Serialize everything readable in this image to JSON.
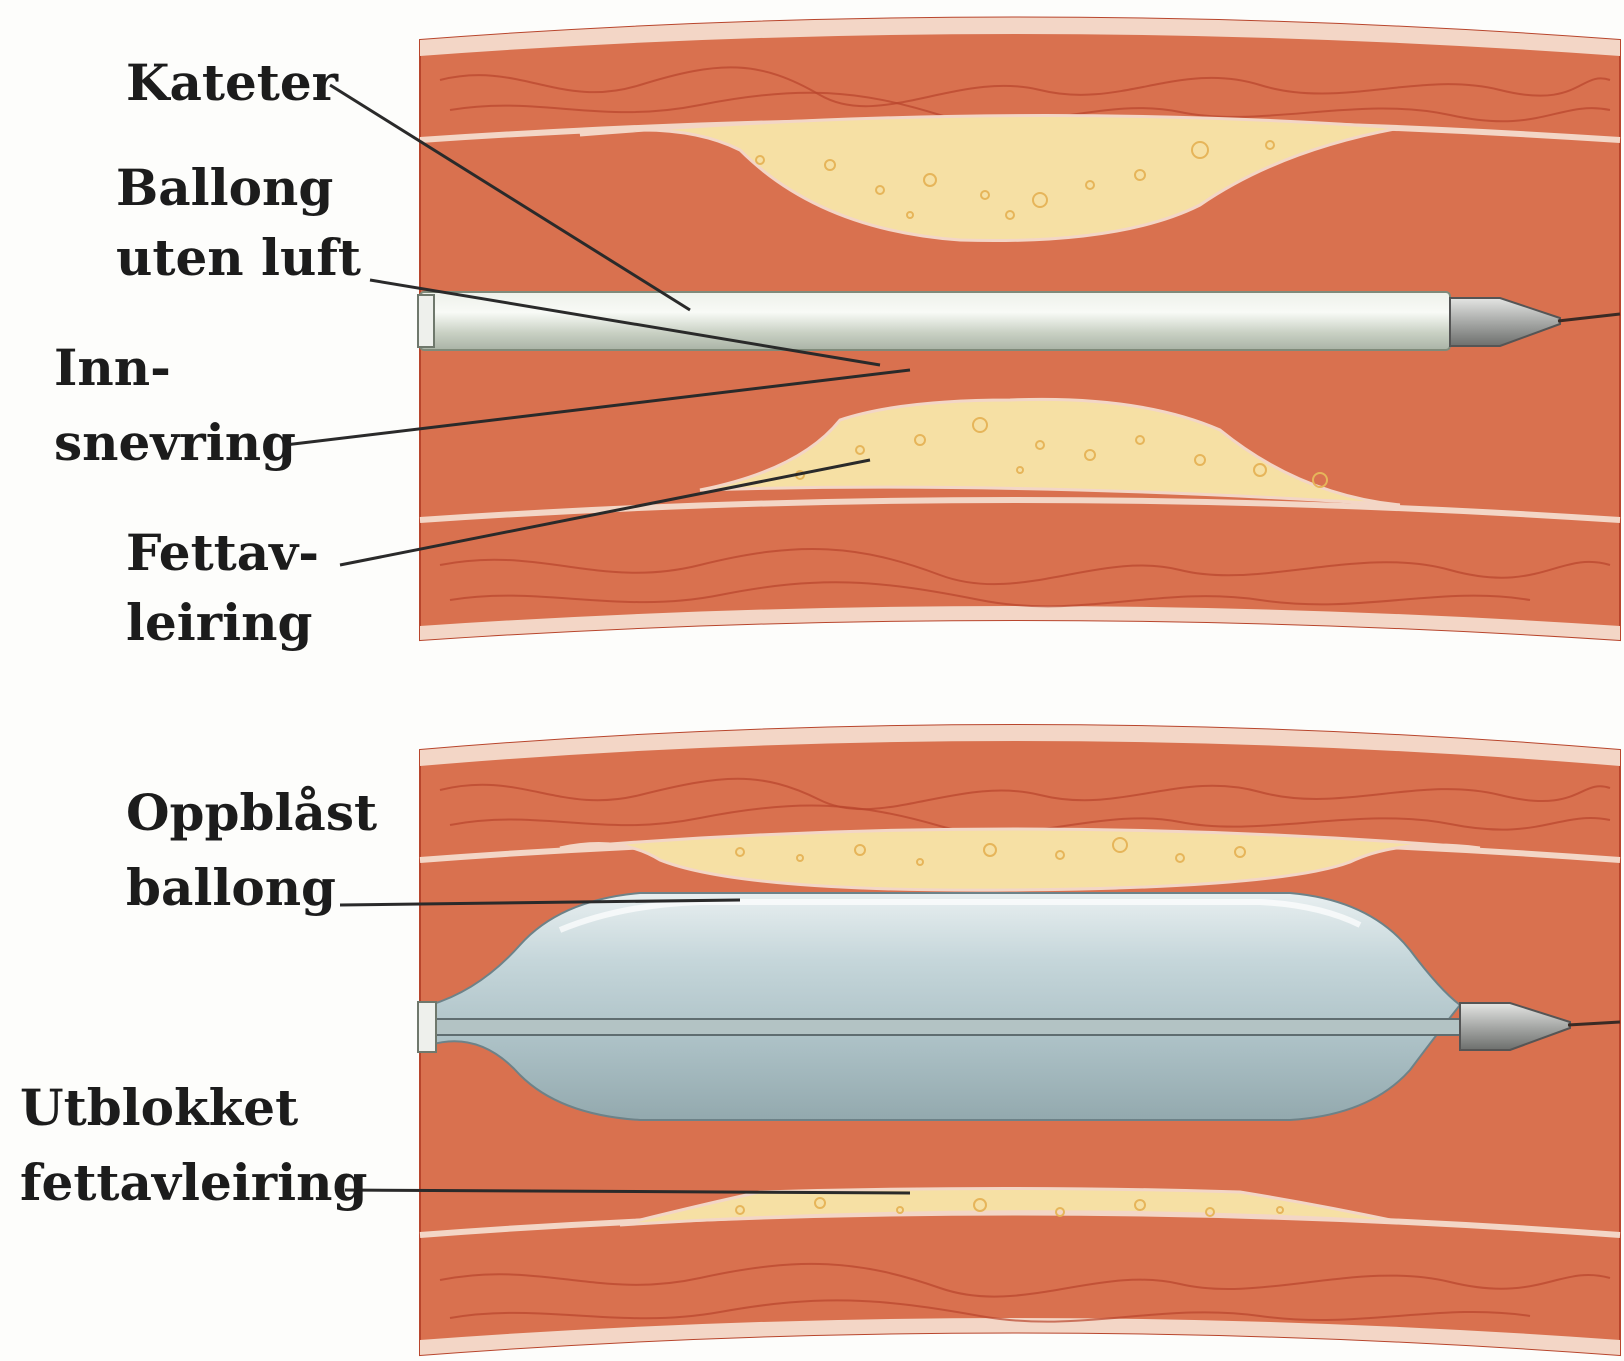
{
  "top_panel": {
    "labels": {
      "catheter": [
        "Kateter"
      ],
      "deflated_balloon": [
        "Ballong",
        "uten luft"
      ],
      "narrowing": [
        "Inn-",
        "snevring"
      ],
      "fat_deposit": [
        "Fettav-",
        "leiring"
      ]
    }
  },
  "bottom_panel": {
    "labels": {
      "inflated_balloon": [
        "Oppblåst",
        "ballong"
      ],
      "compressed_deposit": [
        "Utblokket",
        "fettavleiring"
      ]
    }
  },
  "colors": {
    "background": "#fdfdfb",
    "vessel_wall": "#d9714f",
    "vessel_wall_dark": "#b8452c",
    "vessel_edge": "#f3d6c6",
    "lumen": "#dc7a56",
    "plaque": "#f6e0a4",
    "plaque_dot": "#e6b55a",
    "catheter": "#d6dcd0",
    "balloon": "#c4d4d8",
    "tip_metal": "#9b9d9b",
    "leader_line": "#2a2a2a"
  }
}
